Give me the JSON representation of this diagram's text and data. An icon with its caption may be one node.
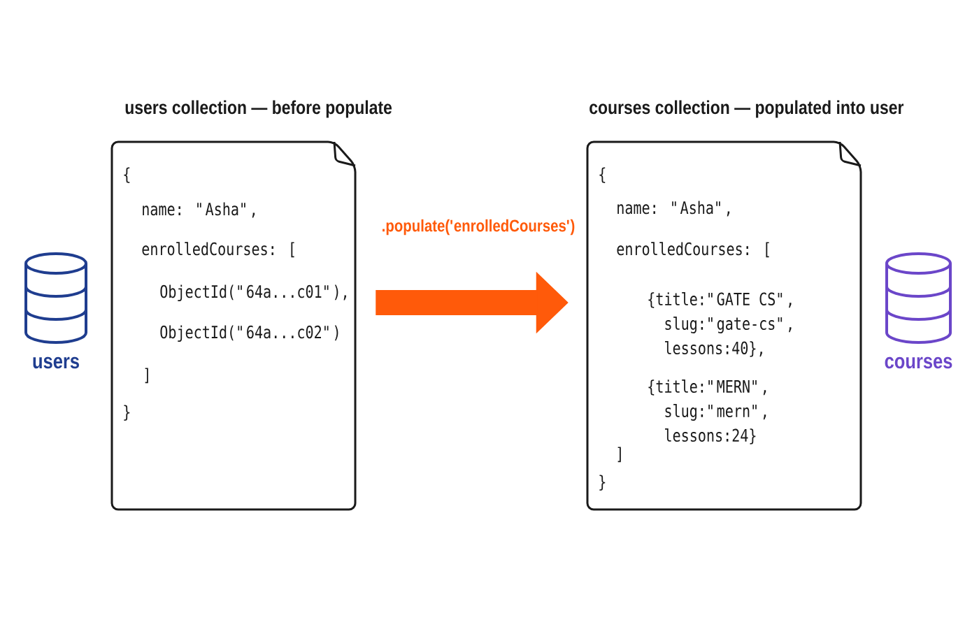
{
  "diagram": {
    "nodes": [
      {
        "text": [],
        "shape": "cylinder",
        "beside": [
          "users"
        ]
      },
      {
        "text": [
          "users collection — before populate",
          "{",
          "name: \"Asha\",",
          "enrolledCourses: [",
          "ObjectId(\"64a...c01\"),",
          "ObjectId(\"64a...c02\")",
          "]",
          "}"
        ]
      },
      {
        "text": [
          "courses collection — populated into user",
          "{",
          "name: \"Asha\",",
          "enrolledCourses: [",
          "{title:\"GATE CS\", slug:\"gate-cs\", lessons:40},",
          "{title:\"MERN\", slug:\"mern\", lessons:24}",
          "]",
          "}"
        ]
      },
      {
        "text": [],
        "shape": "cylinder",
        "beside": [
          "courses"
        ]
      }
    ],
    "edges": [
      {
        "from": 1,
        "to": 2,
        "arrow": "to",
        "label": ".populate('enrolledCourses')",
        "color": "#ff5a0a"
      }
    ]
  }
}
